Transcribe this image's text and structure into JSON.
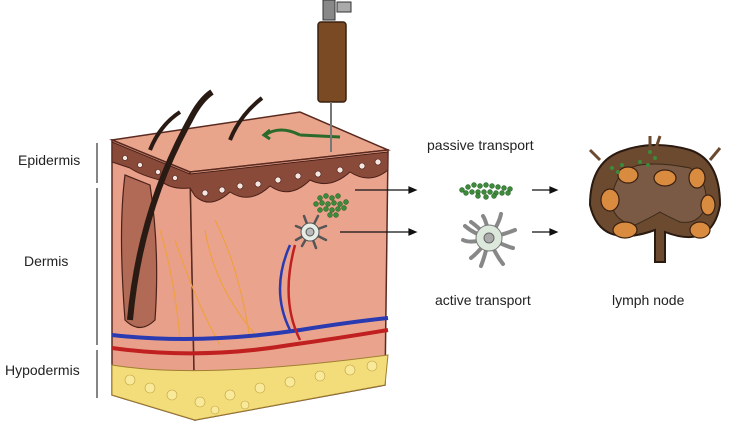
{
  "layers": {
    "epidermis": "Epidermis",
    "dermis": "Dermis",
    "hypodermis": "Hypodermis"
  },
  "transport": {
    "passive": "passive transport",
    "active": "active transport"
  },
  "target": "lymph node",
  "colors": {
    "skin": "#e8a08a",
    "epidermis": "#8a4a3a",
    "fat": "#f3dc7a",
    "antigen": "#3c8a3a",
    "syringe": "#7a4a24",
    "node": "#6b4a30",
    "follicle": "#d98c40"
  }
}
